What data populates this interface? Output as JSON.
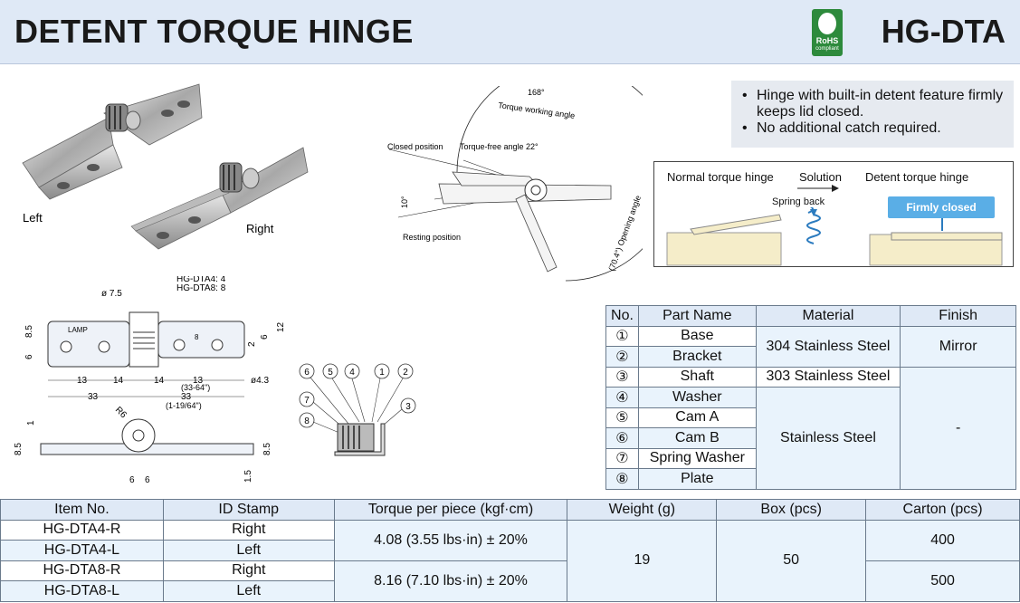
{
  "header": {
    "title": "DETENT TORQUE HINGE",
    "code": "HG-DTA",
    "rohs_line1": "RoHS",
    "rohs_line2": "compliant"
  },
  "photo_labels": {
    "left": "Left",
    "right": "Right"
  },
  "features": [
    "Hinge with built-in detent feature firmly keeps lid closed.",
    "No additional catch required."
  ],
  "angle_diagram": {
    "working_angle": "168°",
    "working_label": "Torque working angle",
    "closed_position": "Closed position",
    "torque_free": "Torque-free angle 22°",
    "ten_deg": "10°",
    "resting_position": "Resting position",
    "opening_angle": "(70.4°) Opening angle"
  },
  "solution": {
    "normal": "Normal torque hinge",
    "arrow_label": "Solution",
    "detent": "Detent torque hinge",
    "spring_back": "Spring back",
    "firmly_closed": "Firmly closed"
  },
  "dimensions": {
    "stamp_dta4": "HG-DTA4: 4",
    "stamp_dta8": "HG-DTA8: 8",
    "dia75": "ø 7.5",
    "h85": "8.5",
    "h6": "6",
    "h12": "12",
    "h6b": "6",
    "h2": "2",
    "d13a": "13",
    "d14a": "14",
    "d14b": "14",
    "d13b": "13",
    "d13b_in": "(33-64\")",
    "d33a": "33",
    "d33b": "33",
    "d33b_in": "(1-19/64\")",
    "dia43": "ø4.3",
    "lamp": "LAMP",
    "r6": "R6",
    "side85a": "8.5",
    "side1": "1",
    "side85b": "8.5",
    "side6a": "6",
    "side6b": "6",
    "side15": "1.5",
    "mark8": "8"
  },
  "balloons": [
    "①",
    "②",
    "③",
    "④",
    "⑤",
    "⑥",
    "⑦",
    "⑧"
  ],
  "balloon_nums": [
    "6",
    "5",
    "4",
    "1",
    "2",
    "7",
    "3",
    "8"
  ],
  "parts_table": {
    "headers": [
      "No.",
      "Part Name",
      "Material",
      "Finish"
    ],
    "rows": [
      {
        "no": "①",
        "name": "Base"
      },
      {
        "no": "②",
        "name": "Bracket"
      },
      {
        "no": "③",
        "name": "Shaft"
      },
      {
        "no": "④",
        "name": "Washer"
      },
      {
        "no": "⑤",
        "name": "Cam A"
      },
      {
        "no": "⑥",
        "name": "Cam B"
      },
      {
        "no": "⑦",
        "name": "Spring Washer"
      },
      {
        "no": "⑧",
        "name": "Plate"
      }
    ],
    "mat_304": "304 Stainless Steel",
    "mat_303": "303 Stainless Steel",
    "mat_ss": "Stainless Steel",
    "finish_mirror": "Mirror",
    "finish_none": "-"
  },
  "items_table": {
    "headers": [
      "Item No.",
      "ID Stamp",
      "Torque per piece (kgf·cm)",
      "Weight (g)",
      "Box (pcs)",
      "Carton (pcs)"
    ],
    "rows": [
      {
        "item": "HG-DTA4-R",
        "stamp": "Right"
      },
      {
        "item": "HG-DTA4-L",
        "stamp": "Left"
      },
      {
        "item": "HG-DTA8-R",
        "stamp": "Right"
      },
      {
        "item": "HG-DTA8-L",
        "stamp": "Left"
      }
    ],
    "torque4": "4.08 (3.55 lbs·in) ± 20%",
    "torque8": "8.16 (7.10 lbs·in) ± 20%",
    "weight": "19",
    "box": "50",
    "carton4": "400",
    "carton8": "500"
  }
}
